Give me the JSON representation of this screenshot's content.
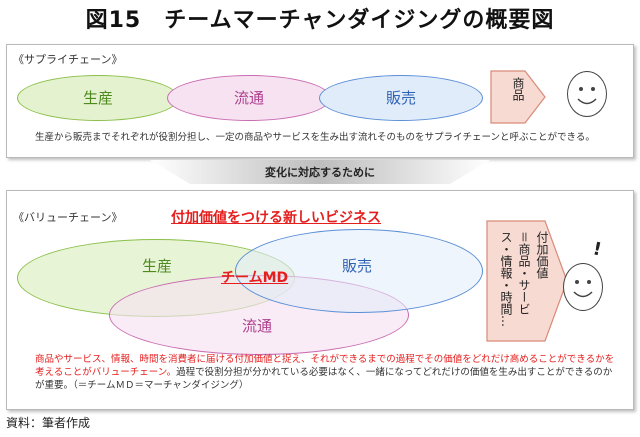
{
  "title": "図15　チームマーチャンダイジングの概要図",
  "supply_chain": {
    "label": "《サプライチェーン》",
    "ellipses": [
      "生産",
      "流通",
      "販売"
    ],
    "arrow_text": "商品",
    "description": "生産から販売までそれぞれが役割分担し、一定の商品やサービスを生み出す流れそのものをサプライチェーンと呼ぶことができる。"
  },
  "transition_banner": "変化に対応するために",
  "value_chain": {
    "label": "《バリューチェーン》",
    "headline": "付加価値をつける新しいビジネス",
    "ellipses": [
      "生産",
      "販売",
      "流通"
    ],
    "center_label": "チームMD",
    "arrow_col1": "付加価値",
    "arrow_col2": "＝商品・サービ",
    "arrow_col3": "ス・情報・時間…",
    "exclaim": "!",
    "description_red": "商品やサービス、情報、時間を消費者に届ける付加価値と捉え、それができるまでの過程でその価値をどれだけ高めることができるかを考えることがバリューチェーン。",
    "description_black": "過程で役割分担が分かれている必要はなく、一緒になってどれだけの価値を生み出すことができるのかが重要。（＝チームＭＤ＝マーチャンダイジング）"
  },
  "source": "資料：筆者作成",
  "colors": {
    "production_fill": "#e4f2cf",
    "production_border": "#8bbf4a",
    "production_text": "#4f8a1f",
    "distribution_fill": "#f6e2f1",
    "distribution_border": "#c96bb0",
    "distribution_text": "#b0408f",
    "sales_fill": "#e1ecfb",
    "sales_border": "#5b8fd6",
    "sales_text": "#2f63b4",
    "arrow_fill": "#f7dad2",
    "arrow_border": "#d98a78",
    "accent_red": "#e51e1e"
  },
  "icons": [
    "arrow-right-icon",
    "smiley-face-icon",
    "down-banner-icon",
    "exclamation-icon"
  ]
}
